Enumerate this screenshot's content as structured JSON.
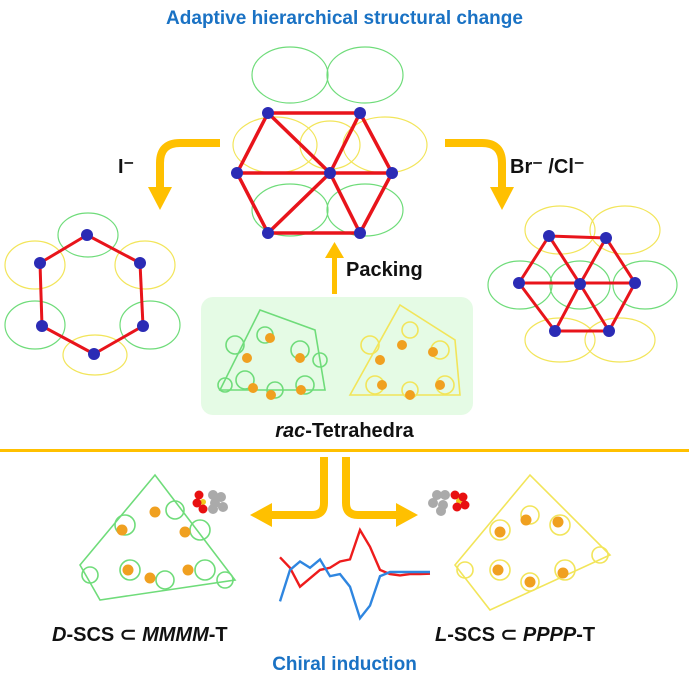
{
  "header": {
    "title": "Adaptive hierarchical structural change"
  },
  "footer": {
    "title": "Chiral induction"
  },
  "arrows": {
    "left_label": "I⁻",
    "right_label": "Br⁻ /Cl⁻",
    "packing_label": "Packing"
  },
  "center": {
    "rac_prefix": "rac",
    "rac_suffix": "-Tetrahedra"
  },
  "bottom": {
    "left": {
      "prefix": "D",
      "mid": "-SCS ⊂ ",
      "chir": "MMMM",
      "suffix": "-T"
    },
    "right": {
      "prefix": "L",
      "mid": "-SCS ⊂ ",
      "chir": "PPPP",
      "suffix": "-T"
    }
  },
  "colors": {
    "title_blue": "#1a72c4",
    "arrow_orange": "#ffc000",
    "network_red": "#e8141b",
    "node_blue": "#2b2bb5",
    "green_cage": "#6fdc7a",
    "yellow_cage": "#f2e55a",
    "metal_orange": "#f0a020",
    "panel_green": "#e5fbe5",
    "cd_red": "#ee1c1c",
    "cd_blue": "#2f86e0"
  },
  "cd_spectrum": {
    "red": [
      0.35,
      0.1,
      -0.35,
      -0.15,
      0.05,
      0.1,
      0.25,
      0.3,
      1.0,
      0.6,
      0.05,
      -0.05,
      -0.08,
      -0.05,
      -0.05,
      -0.04
    ],
    "blue": [
      -0.7,
      0.05,
      0.25,
      0.1,
      0.3,
      -0.1,
      -0.05,
      -0.35,
      -1.1,
      -0.8,
      -0.1,
      0.0,
      0.0,
      0.0,
      0.0,
      0.0
    ]
  }
}
